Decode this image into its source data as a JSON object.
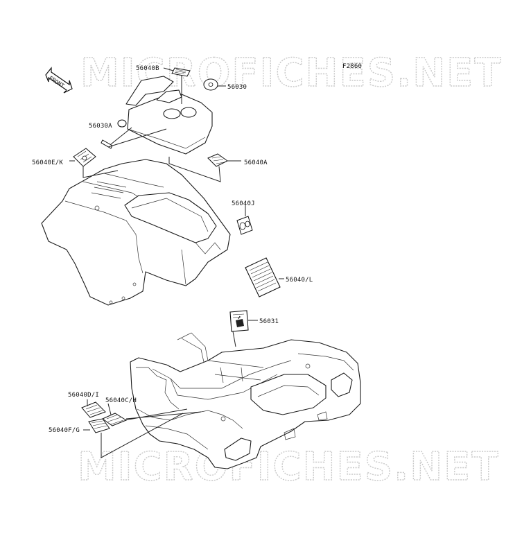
{
  "figure_code": "F2860",
  "watermark": "MICROFICHES.NET",
  "front_arrow": "FRONT",
  "parts": [
    {
      "key": "p56040B",
      "label": "56040B"
    },
    {
      "key": "p56030",
      "label": "56030"
    },
    {
      "key": "p56030A",
      "label": "56030A"
    },
    {
      "key": "p56040EK",
      "label": "56040E/K"
    },
    {
      "key": "p56040A",
      "label": "56040A"
    },
    {
      "key": "p56040J",
      "label": "56040J"
    },
    {
      "key": "p56040L",
      "label": "56040/L"
    },
    {
      "key": "p56031",
      "label": "56031"
    },
    {
      "key": "p56040DI",
      "label": "56040D/I"
    },
    {
      "key": "p56040CH",
      "label": "56040C/H"
    },
    {
      "key": "p56040FG",
      "label": "56040F/G"
    }
  ]
}
